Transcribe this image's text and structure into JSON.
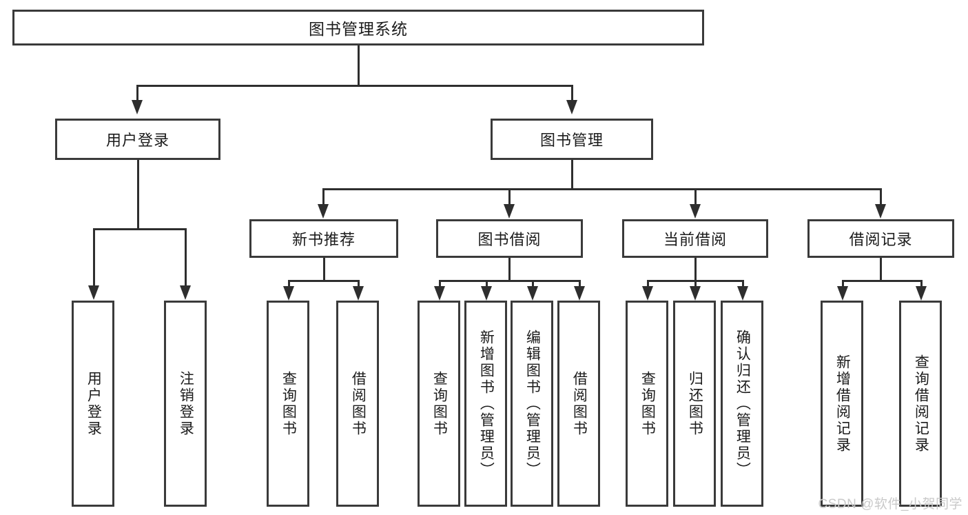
{
  "diagram": {
    "type": "tree",
    "title": "图书管理系统",
    "watermark": "CSDN @软件_小贺同学",
    "colors": {
      "box_border": "#3a3a3a",
      "connector": "#2e2e2e",
      "text": "#1b1b1b",
      "background": "#ffffff",
      "watermark": "#c9c9c9"
    },
    "levels": {
      "root": {
        "label": "图书管理系统"
      },
      "level2": [
        {
          "label": "用户登录"
        },
        {
          "label": "图书管理"
        }
      ],
      "level3": [
        {
          "label": "新书推荐"
        },
        {
          "label": "图书借阅"
        },
        {
          "label": "当前借阅"
        },
        {
          "label": "借阅记录"
        }
      ],
      "leaves": [
        {
          "label": "用户登录",
          "parent": "用户登录"
        },
        {
          "label": "注销登录",
          "parent": "用户登录"
        },
        {
          "label": "查询图书",
          "parent": "新书推荐"
        },
        {
          "label": "借阅图书",
          "parent": "新书推荐"
        },
        {
          "label": "查询图书",
          "parent": "图书借阅"
        },
        {
          "label": "新增图书（管理员）",
          "parent": "图书借阅"
        },
        {
          "label": "编辑图书（管理员）",
          "parent": "图书借阅"
        },
        {
          "label": "借阅图书",
          "parent": "图书借阅"
        },
        {
          "label": "查询图书",
          "parent": "当前借阅"
        },
        {
          "label": "归还图书",
          "parent": "当前借阅"
        },
        {
          "label": "确认归还（管理员）",
          "parent": "当前借阅"
        },
        {
          "label": "新增借阅记录",
          "parent": "借阅记录"
        },
        {
          "label": "查询借阅记录",
          "parent": "借阅记录"
        }
      ]
    }
  }
}
